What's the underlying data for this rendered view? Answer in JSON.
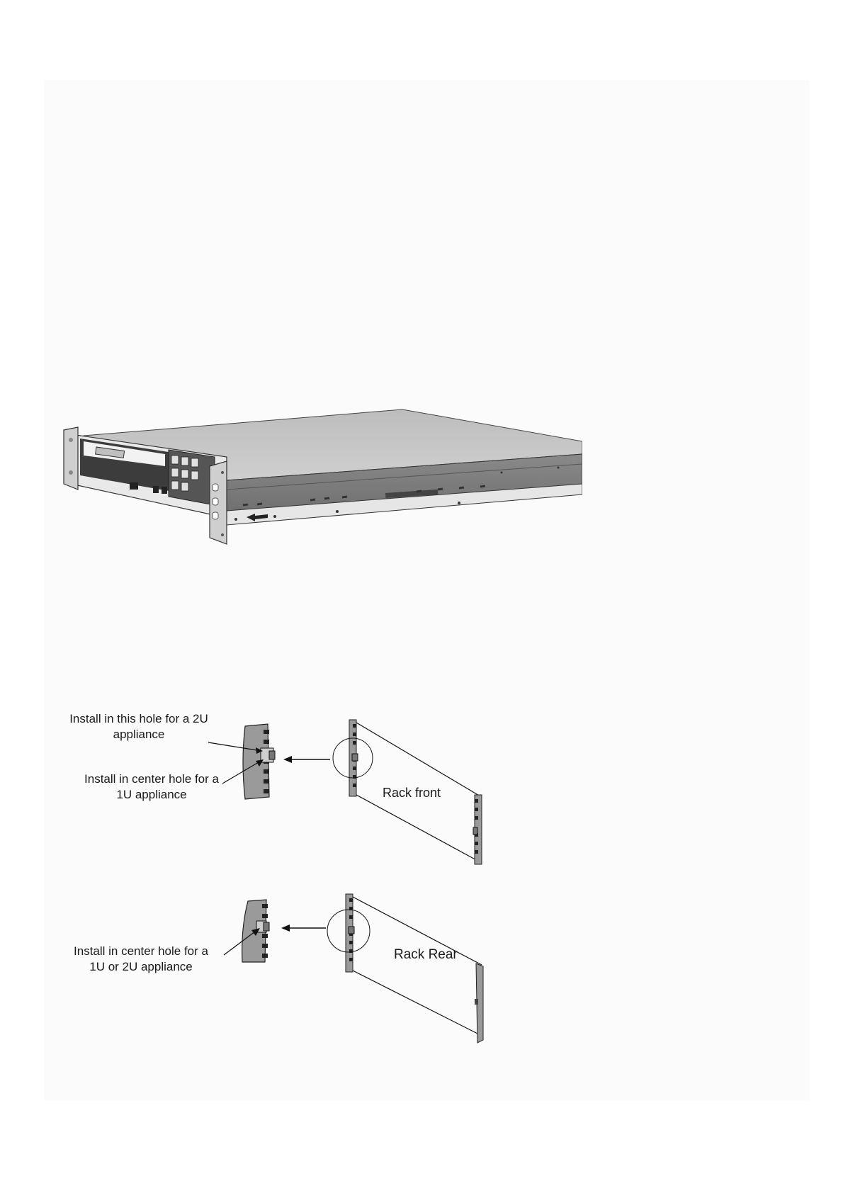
{
  "figure_appliance": {
    "icon": "rack-appliance-with-rails"
  },
  "figure_rail_install": {
    "front": {
      "label_2u_line1": "Install in this hole for a 2U",
      "label_2u_line2": "appliance",
      "label_1u_line1": "Install in center hole for a",
      "label_1u_line2": "1U appliance",
      "rack_label": "Rack front"
    },
    "rear": {
      "label_line1": "Install in center hole for a",
      "label_line2": "1U or 2U appliance",
      "rack_label": "Rack Rear"
    }
  }
}
